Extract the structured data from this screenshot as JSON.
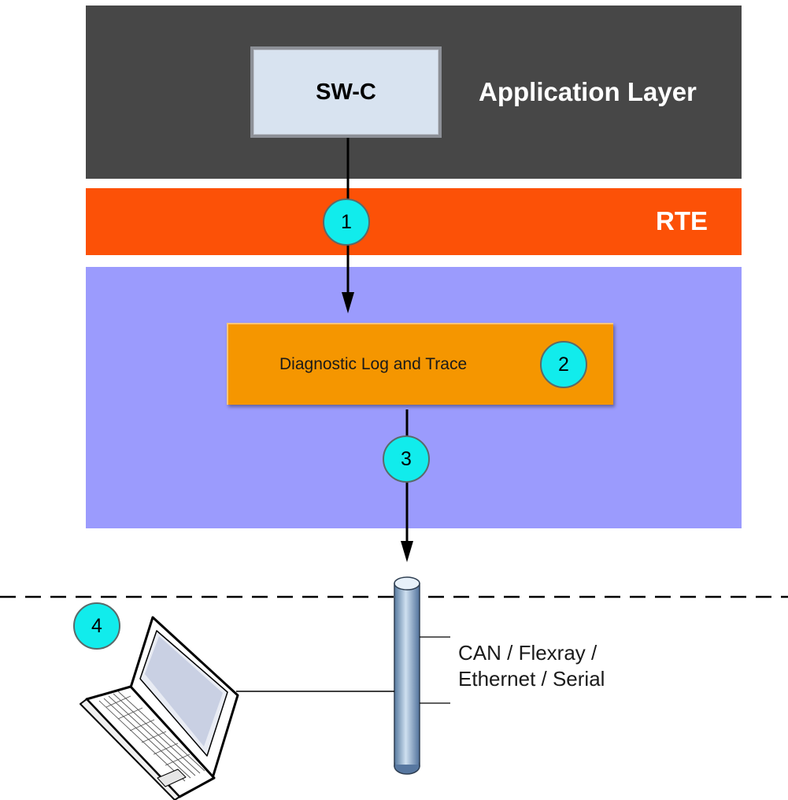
{
  "layers": {
    "application": {
      "label": "Application Layer"
    },
    "rte": {
      "label": "RTE"
    }
  },
  "components": {
    "swc": {
      "label": "SW-C"
    },
    "dlt": {
      "label": "Diagnostic Log and Trace"
    }
  },
  "markers": [
    "1",
    "2",
    "3",
    "4"
  ],
  "bus": {
    "line1": "CAN / Flexray /",
    "line2": "Ethernet / Serial"
  },
  "colors": {
    "application_layer": "#474747",
    "rte_layer": "#fc5107",
    "bsw_layer": "#9b9bfd",
    "swc_box": "#d8e3f0",
    "dlt_box": "#f59600",
    "marker": "#11ecec"
  },
  "icons": {
    "bus": "bus-cylinder-icon",
    "laptop": "laptop-icon"
  }
}
